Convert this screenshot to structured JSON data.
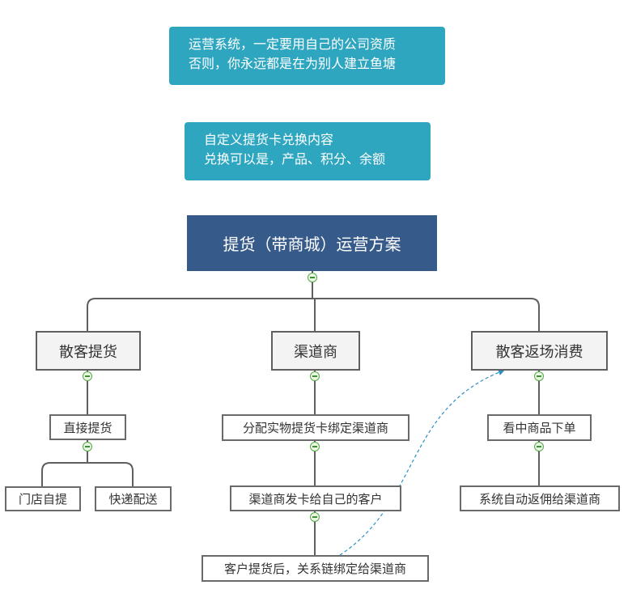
{
  "callouts": {
    "top": {
      "line1": "运营系统，一定要用自己的公司资质",
      "line2": "否则，你永远都是在为别人建立鱼塘"
    },
    "second": {
      "line1": "自定义提货卡兑换内容",
      "line2": "兑换可以是，产品、积分、余额"
    }
  },
  "root": {
    "label": "提货（带商城）运营方案"
  },
  "branches": {
    "left": {
      "label": "散客提货",
      "child": {
        "label": "直接提货"
      },
      "grandchildren": [
        "门店自提",
        "快递配送"
      ]
    },
    "middle": {
      "label": "渠道商",
      "child1": {
        "label": "分配实物提货卡绑定渠道商"
      },
      "child2": {
        "label": "渠道商发卡给自己的客户"
      },
      "child3": {
        "label": "客户提货后，关系链绑定给渠道商"
      }
    },
    "right": {
      "label": "散客返场消费",
      "child1": {
        "label": "看中商品下单"
      },
      "child2": {
        "label": "系统自动返佣给渠道商"
      }
    }
  },
  "colors": {
    "callout": "#2ea6c0",
    "root": "#365a8a",
    "connector": "#5f5f5f",
    "dashed_arrow": "#2e8fc4",
    "toggle": "#58a84a"
  },
  "icons": [
    "collapse-toggle-icon"
  ]
}
